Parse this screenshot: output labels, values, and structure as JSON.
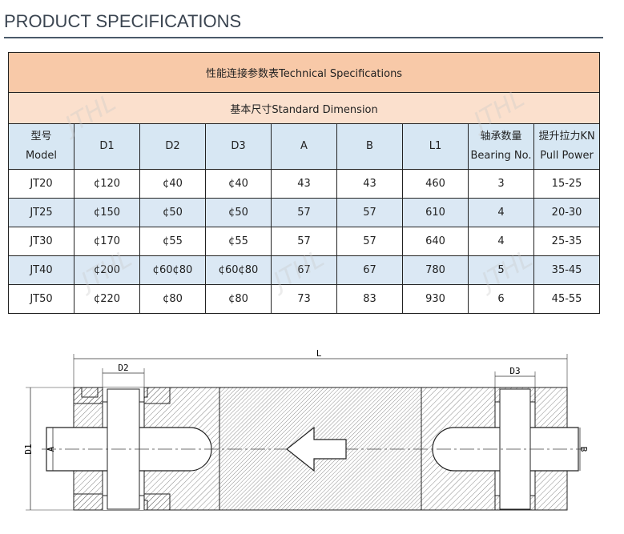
{
  "page": {
    "section_title": "PRODUCT SPECIFICATIONS"
  },
  "table": {
    "title": "性能连接参数表Technical Specifications",
    "subtitle": "基本尺寸Standard Dimension",
    "headers": [
      {
        "line1": "型号",
        "line2": "Model"
      },
      {
        "line1": "D1",
        "line2": ""
      },
      {
        "line1": "D2",
        "line2": ""
      },
      {
        "line1": "D3",
        "line2": ""
      },
      {
        "line1": "A",
        "line2": ""
      },
      {
        "line1": "B",
        "line2": ""
      },
      {
        "line1": "L1",
        "line2": ""
      },
      {
        "line1": "轴承数量",
        "line2": "Bearing No."
      },
      {
        "line1": "提升拉力KN",
        "line2": "Pull Power"
      }
    ],
    "rows": [
      [
        "JT20",
        "¢120",
        "¢40",
        "¢40",
        "43",
        "43",
        "460",
        "3",
        "15-25"
      ],
      [
        "JT25",
        "¢150",
        "¢50",
        "¢50",
        "57",
        "57",
        "610",
        "4",
        "20-30"
      ],
      [
        "JT30",
        "¢170",
        "¢55",
        "¢55",
        "57",
        "57",
        "640",
        "4",
        "25-35"
      ],
      [
        "JT40",
        "¢200",
        "¢60¢80",
        "¢60¢80",
        "67",
        "67",
        "780",
        "5",
        "35-45"
      ],
      [
        "JT50",
        "¢220",
        "¢80",
        "¢80",
        "73",
        "83",
        "930",
        "6",
        "45-55"
      ]
    ]
  },
  "watermark": "JTHL",
  "drawing": {
    "labels": {
      "L": "L",
      "D1": "D1",
      "D2": "D2",
      "D3": "D3",
      "A": "A",
      "B": "B"
    }
  }
}
